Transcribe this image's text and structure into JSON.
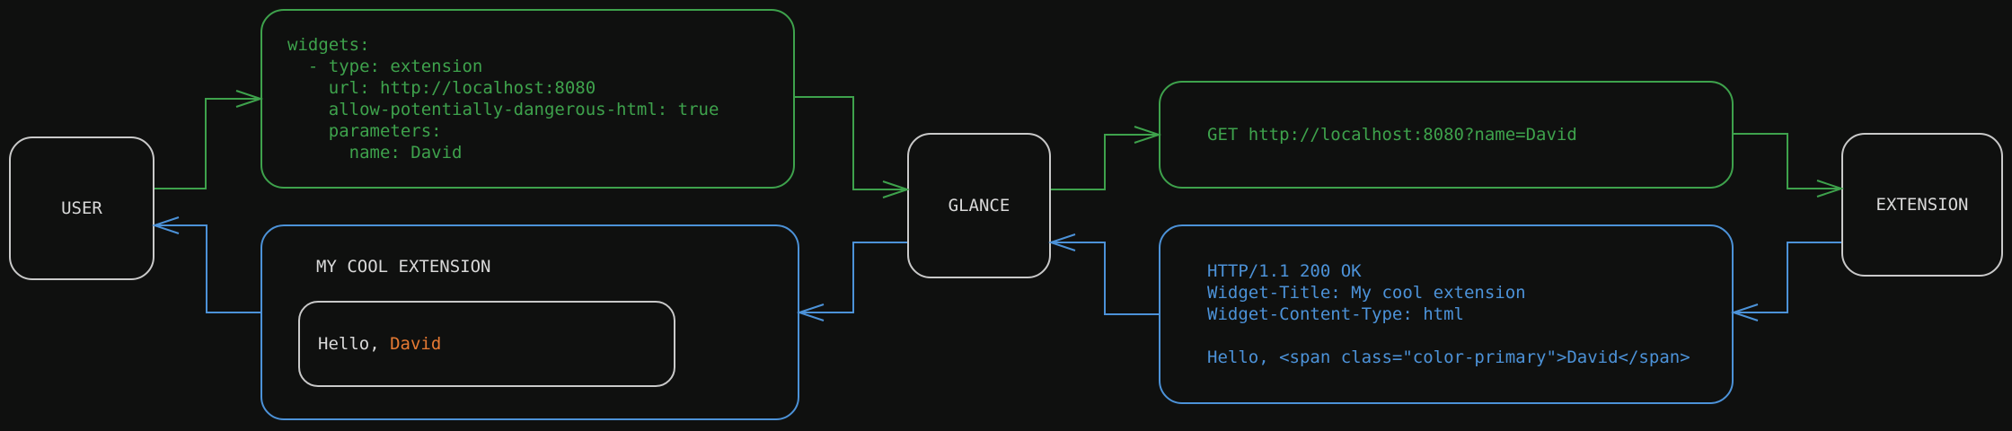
{
  "colors": {
    "background": "#0f100f",
    "green": "#3ea24c",
    "blue": "#4c92d8",
    "orange": "#e67a33",
    "node_border": "#c9c9c9",
    "node_text": "#d9d9d9"
  },
  "nodes": {
    "user": {
      "label": "USER"
    },
    "glance": {
      "label": "GLANCE"
    },
    "extension": {
      "label": "EXTENSION"
    }
  },
  "messages": {
    "config_yaml": {
      "lines": [
        "widgets:",
        "  - type: extension",
        "    url: http://localhost:8080",
        "    allow-potentially-dangerous-html: true",
        "    parameters:",
        "      name: David"
      ]
    },
    "request": {
      "text": "GET http://localhost:8080?name=David"
    },
    "response": {
      "lines": [
        "HTTP/1.1 200 OK",
        "Widget-Title: My cool extension",
        "Widget-Content-Type: html",
        "",
        "Hello, <span class=\"color-primary\">David</span>"
      ]
    },
    "widget_preview": {
      "title": "MY COOL EXTENSION",
      "greeting_prefix": "Hello, ",
      "greeting_name": "David"
    }
  }
}
